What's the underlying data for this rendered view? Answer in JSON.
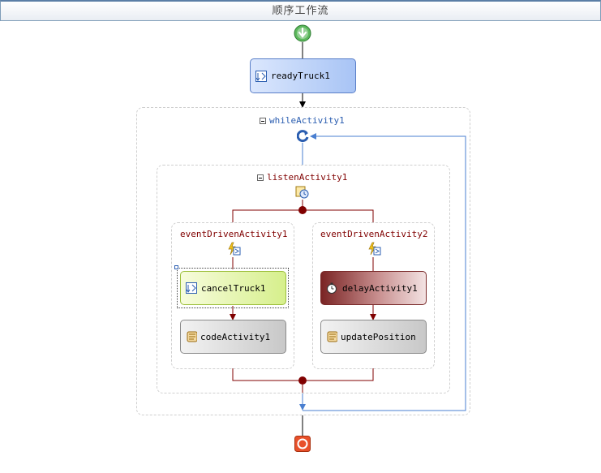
{
  "window": {
    "title": "顺序工作流"
  },
  "activities": {
    "ready_truck": "readyTruck1",
    "while": "whileActivity1",
    "listen": "listenActivity1",
    "event_driven_1": "eventDrivenActivity1",
    "event_driven_2": "eventDrivenActivity2",
    "cancel_truck": "cancelTruck1",
    "code": "codeActivity1",
    "delay": "delayActivity1",
    "update_position": "updatePosition"
  },
  "icons": {
    "start": "start-arrow-icon",
    "end": "stop-icon",
    "loop": "loop-arrow-icon",
    "listen": "listen-icon",
    "event_driven": "event-lightning-icon",
    "handle_external_event": "external-event-icon",
    "code": "code-scroll-icon",
    "delay": "stopwatch-icon"
  },
  "colors": {
    "blue_connector": "#4a7fd0",
    "red_connector": "#800000",
    "ready_truck_fill": "#a8c4f5",
    "cancel_truck_fill": "#e6f5a8",
    "delay_fill": "#8c3a3a",
    "code_fill": "#d8d8d8"
  }
}
